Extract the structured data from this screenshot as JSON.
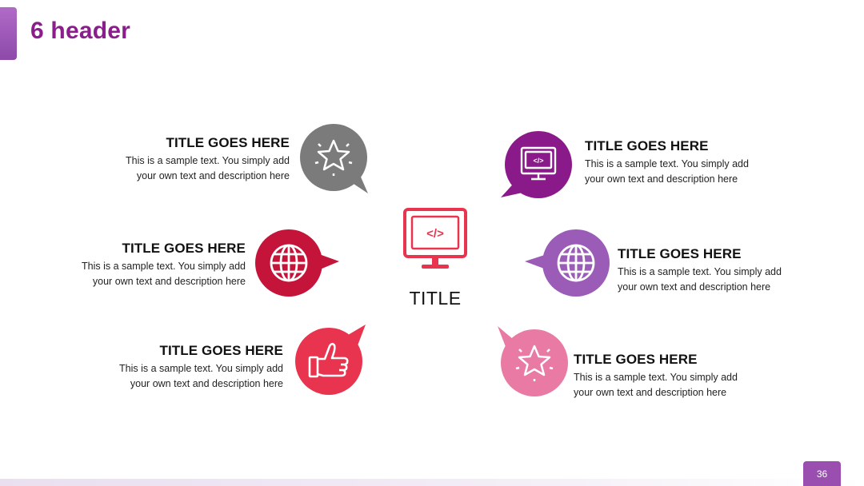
{
  "header": {
    "title": "6 header"
  },
  "center": {
    "title": "TITLE",
    "icon": "monitor-code-icon",
    "color": "#e8344e"
  },
  "items": [
    {
      "title": "TITLE GOES HERE",
      "line1": "This is a sample text. You simply add",
      "line2": "your own text and description here",
      "icon": "star-icon",
      "color": "#7b7b7b"
    },
    {
      "title": "TITLE GOES HERE",
      "line1": "This is a sample text. You simply add",
      "line2": "your own text and description here",
      "icon": "globe-icon",
      "color": "#c4143a"
    },
    {
      "title": "TITLE GOES HERE",
      "line1": "This is a sample text. You simply add",
      "line2": "your own text and description here",
      "icon": "thumbs-up-icon",
      "color": "#e8344e"
    },
    {
      "title": "TITLE GOES HERE",
      "line1": "This is a sample text. You simply add",
      "line2": "your own text and description here",
      "icon": "monitor-code-icon",
      "color": "#8a1a8a"
    },
    {
      "title": "TITLE GOES HERE",
      "line1": "This is a sample text. You simply add",
      "line2": "your own text and description here",
      "icon": "globe-icon",
      "color": "#9b5cb8"
    },
    {
      "title": "TITLE GOES HERE",
      "line1": "This is a sample text. You simply add",
      "line2": "your own text and description here",
      "icon": "star-icon",
      "color": "#e87aa4"
    }
  ],
  "footer": {
    "page_number": "36",
    "color": "#9a4fb0"
  }
}
